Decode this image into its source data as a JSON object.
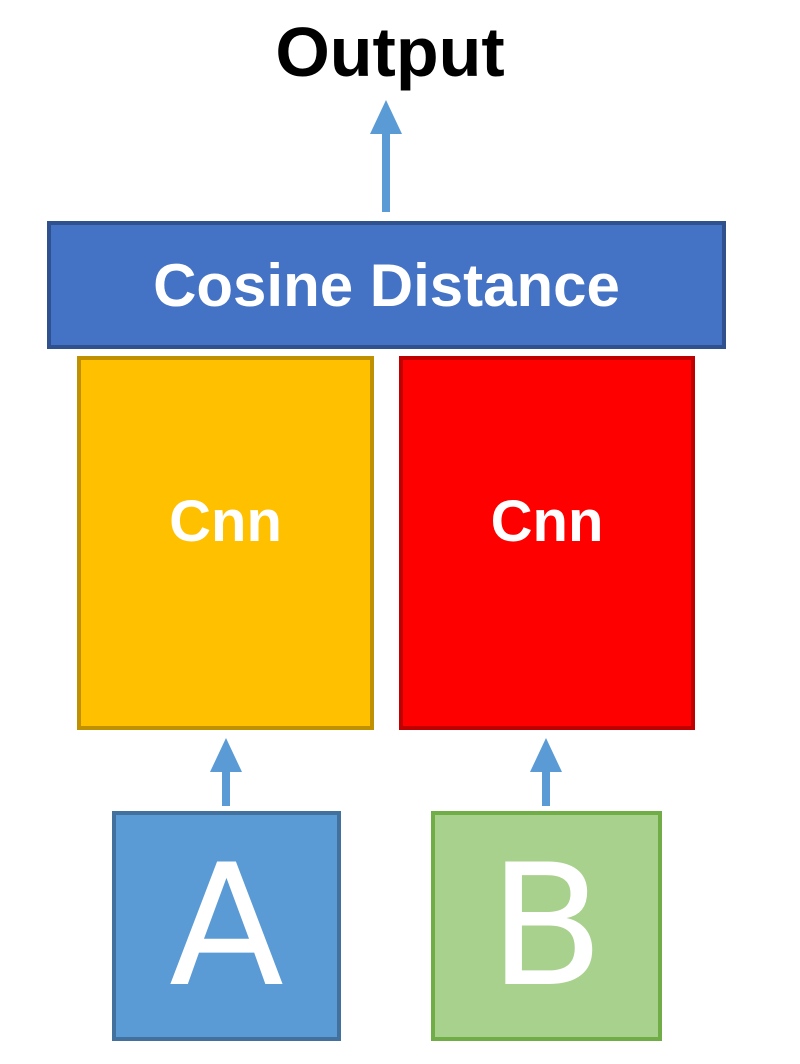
{
  "output": {
    "label": "Output"
  },
  "cosine": {
    "label": "Cosine Distance"
  },
  "cnn_left": {
    "label": "Cnn",
    "color": "#ffc000"
  },
  "cnn_right": {
    "label": "Cnn",
    "color": "#ff0000"
  },
  "input_a": {
    "label": "A",
    "color": "#5b9bd5"
  },
  "input_b": {
    "label": "B",
    "color": "#a9d18e"
  },
  "arrow_color": "#5b9bd5"
}
